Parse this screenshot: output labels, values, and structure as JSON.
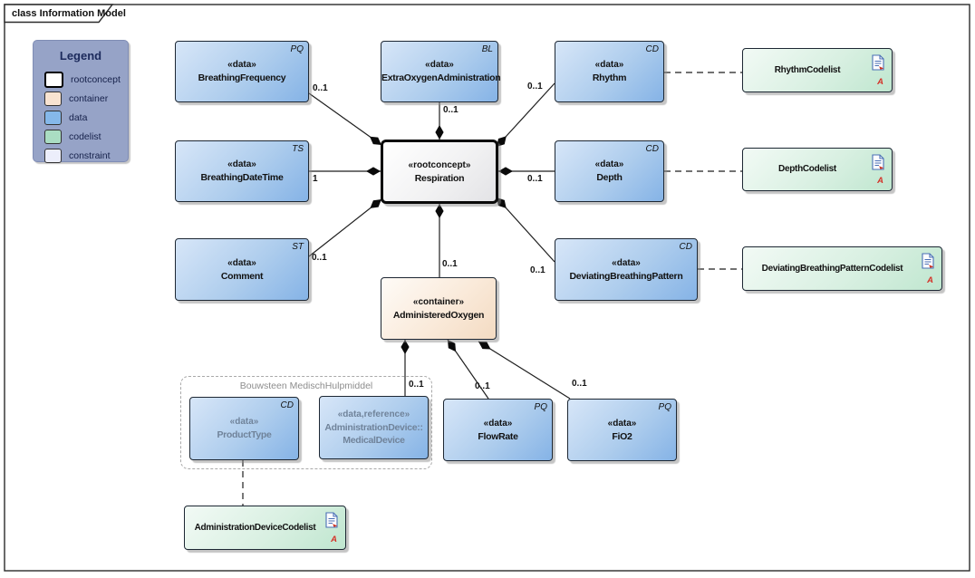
{
  "frame": {
    "tab_title": "class Information Model"
  },
  "legend": {
    "title": "Legend",
    "items": [
      {
        "key": "rootconcept",
        "label": "rootconcept",
        "color": "#ffffff"
      },
      {
        "key": "container",
        "label": "container",
        "color": "#f8e3d1"
      },
      {
        "key": "data",
        "label": "data",
        "color": "#85b8ea"
      },
      {
        "key": "codelist",
        "label": "codelist",
        "color": "#aaddc2"
      },
      {
        "key": "constraint",
        "label": "constraint",
        "color": "#eceefb"
      }
    ]
  },
  "group": {
    "title": "Bouwsteen MedischHulpmiddel"
  },
  "codelist_marker": "A",
  "colors": {
    "data_fill": "#85b3e6",
    "container_fill": "#f3dbc2",
    "codelist_fill": "#bfe6cf",
    "rootconcept_fill": "#ffffff",
    "legend_bg": "#96a3c7",
    "artifact_letter": "#d43026",
    "doc_icon_blue": "#4a6fb5"
  },
  "nodes": [
    {
      "id": "breathing_frequency",
      "kind": "data",
      "stereotype": "«data»",
      "name": "BreathingFrequency",
      "tag": "PQ"
    },
    {
      "id": "extra_oxygen_administration",
      "kind": "data",
      "stereotype": "«data»",
      "name": "ExtraOxygenAdministration",
      "tag": "BL"
    },
    {
      "id": "rhythm",
      "kind": "data",
      "stereotype": "«data»",
      "name": "Rhythm",
      "tag": "CD"
    },
    {
      "id": "breathing_datetime",
      "kind": "data",
      "stereotype": "«data»",
      "name": "BreathingDateTime",
      "tag": "TS"
    },
    {
      "id": "respiration",
      "kind": "rootconcept",
      "stereotype": "«rootconcept»",
      "name": "Respiration"
    },
    {
      "id": "depth",
      "kind": "data",
      "stereotype": "«data»",
      "name": "Depth",
      "tag": "CD"
    },
    {
      "id": "comment",
      "kind": "data",
      "stereotype": "«data»",
      "name": "Comment",
      "tag": "ST"
    },
    {
      "id": "deviating_breathing_pattern",
      "kind": "data",
      "stereotype": "«data»",
      "name": "DeviatingBreathingPattern",
      "tag": "CD"
    },
    {
      "id": "administered_oxygen",
      "kind": "container",
      "stereotype": "«container»",
      "name": "AdministeredOxygen"
    },
    {
      "id": "product_type",
      "kind": "data",
      "grayed": true,
      "stereotype": "«data»",
      "name": "ProductType",
      "tag": "CD"
    },
    {
      "id": "medical_device",
      "kind": "data",
      "grayed": true,
      "stereotype": "«data,reference»",
      "name": "AdministrationDevice::\nMedicalDevice"
    },
    {
      "id": "flow_rate",
      "kind": "data",
      "stereotype": "«data»",
      "name": "FlowRate",
      "tag": "PQ"
    },
    {
      "id": "fio2",
      "kind": "data",
      "stereotype": "«data»",
      "name": "FiO2",
      "tag": "PQ"
    },
    {
      "id": "rhythm_codelist",
      "kind": "codelist",
      "name": "RhythmCodelist"
    },
    {
      "id": "depth_codelist",
      "kind": "codelist",
      "name": "DepthCodelist"
    },
    {
      "id": "deviating_breathing_pattern_codelist",
      "kind": "codelist",
      "name": "DeviatingBreathingPatternCodelist"
    },
    {
      "id": "administration_device_codelist",
      "kind": "codelist",
      "name": "AdministrationDeviceCodelist"
    }
  ],
  "connectors": [
    {
      "id": "c_bf",
      "from": "respiration",
      "to": "breathing_frequency",
      "multiplicity": "0..1",
      "type": "composition"
    },
    {
      "id": "c_eo",
      "from": "respiration",
      "to": "extra_oxygen_administration",
      "multiplicity": "0..1",
      "type": "composition"
    },
    {
      "id": "c_rhythm",
      "from": "respiration",
      "to": "rhythm",
      "multiplicity": "0..1",
      "type": "composition"
    },
    {
      "id": "c_bdt",
      "from": "respiration",
      "to": "breathing_datetime",
      "multiplicity": "1",
      "type": "composition"
    },
    {
      "id": "c_depth",
      "from": "respiration",
      "to": "depth",
      "multiplicity": "0..1",
      "type": "composition"
    },
    {
      "id": "c_comment",
      "from": "respiration",
      "to": "comment",
      "multiplicity": "0..1",
      "type": "composition"
    },
    {
      "id": "c_dbp",
      "from": "respiration",
      "to": "deviating_breathing_pattern",
      "multiplicity": "0..1",
      "type": "composition"
    },
    {
      "id": "c_ao",
      "from": "respiration",
      "to": "administered_oxygen",
      "multiplicity": "0..1",
      "type": "composition"
    },
    {
      "id": "c_md",
      "from": "administered_oxygen",
      "to": "medical_device",
      "multiplicity": "0..1",
      "type": "composition"
    },
    {
      "id": "c_fr",
      "from": "administered_oxygen",
      "to": "flow_rate",
      "multiplicity": "0..1",
      "type": "composition"
    },
    {
      "id": "c_fio2",
      "from": "administered_oxygen",
      "to": "fio2",
      "multiplicity": "0..1",
      "type": "composition"
    },
    {
      "id": "d_rhythm",
      "from": "rhythm",
      "to": "rhythm_codelist",
      "type": "dependency"
    },
    {
      "id": "d_depth",
      "from": "depth",
      "to": "depth_codelist",
      "type": "dependency"
    },
    {
      "id": "d_dbp",
      "from": "deviating_breathing_pattern",
      "to": "deviating_breathing_pattern_codelist",
      "type": "dependency"
    },
    {
      "id": "d_pt",
      "from": "product_type",
      "to": "administration_device_codelist",
      "type": "dependency"
    }
  ]
}
